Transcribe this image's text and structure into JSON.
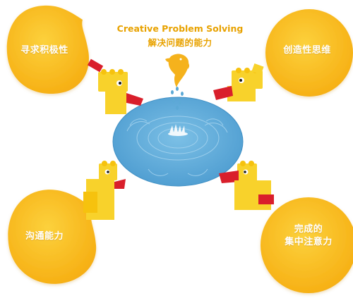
{
  "title": {
    "english": "Creative Problem Solving",
    "chinese": "解决问题的能力"
  },
  "bubbles": [
    {
      "id": "top-left",
      "lines": [
        "寻求积极性"
      ]
    },
    {
      "id": "top-right",
      "lines": [
        "创造性思维"
      ]
    },
    {
      "id": "bottom-left",
      "lines": [
        "沟通能力"
      ]
    },
    {
      "id": "bottom-right",
      "lines": [
        "完成的",
        "集中注意力"
      ]
    }
  ],
  "colors": {
    "bubble": "#f9bd1b",
    "bubble_edge": "#f3a90a",
    "title_text": "#e8a200",
    "pond": "#5ca9d6",
    "pond_edge": "#3f8fc4",
    "fish": "#f5b21c",
    "water_drops": "#5ca9d6",
    "duck_yellow": "#f8d22b",
    "duck_red": "#d91f2b"
  },
  "icons": {
    "center": "fish-icon",
    "water": "water-drops-icon",
    "figures": "lego-duck-icon"
  }
}
